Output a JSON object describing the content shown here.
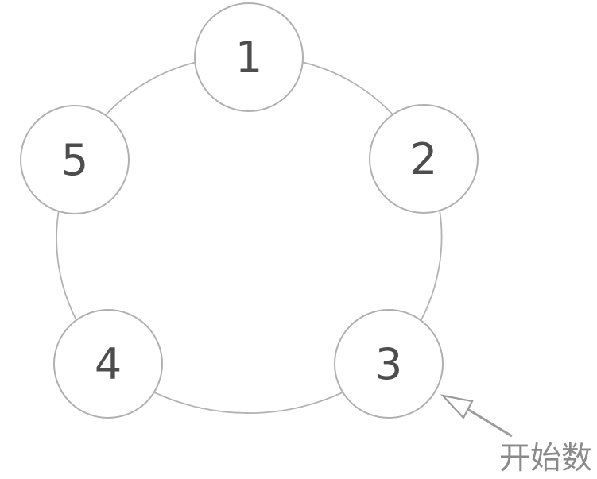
{
  "diagram": {
    "title_hint": "counting-circle",
    "nodes": [
      {
        "label": "1"
      },
      {
        "label": "2"
      },
      {
        "label": "3"
      },
      {
        "label": "4"
      },
      {
        "label": "5"
      }
    ],
    "annotation": {
      "label": "开始数",
      "points_to_node": "3"
    },
    "colors": {
      "background": "#ffffff",
      "ring_stroke": "#b3b3b3",
      "node_stroke": "#b0b0b0",
      "node_fill": "#ffffff",
      "number_color": "#4d4d4d",
      "arrow_color": "#9b9b9b",
      "annotation_color": "#8a8a8a"
    }
  }
}
